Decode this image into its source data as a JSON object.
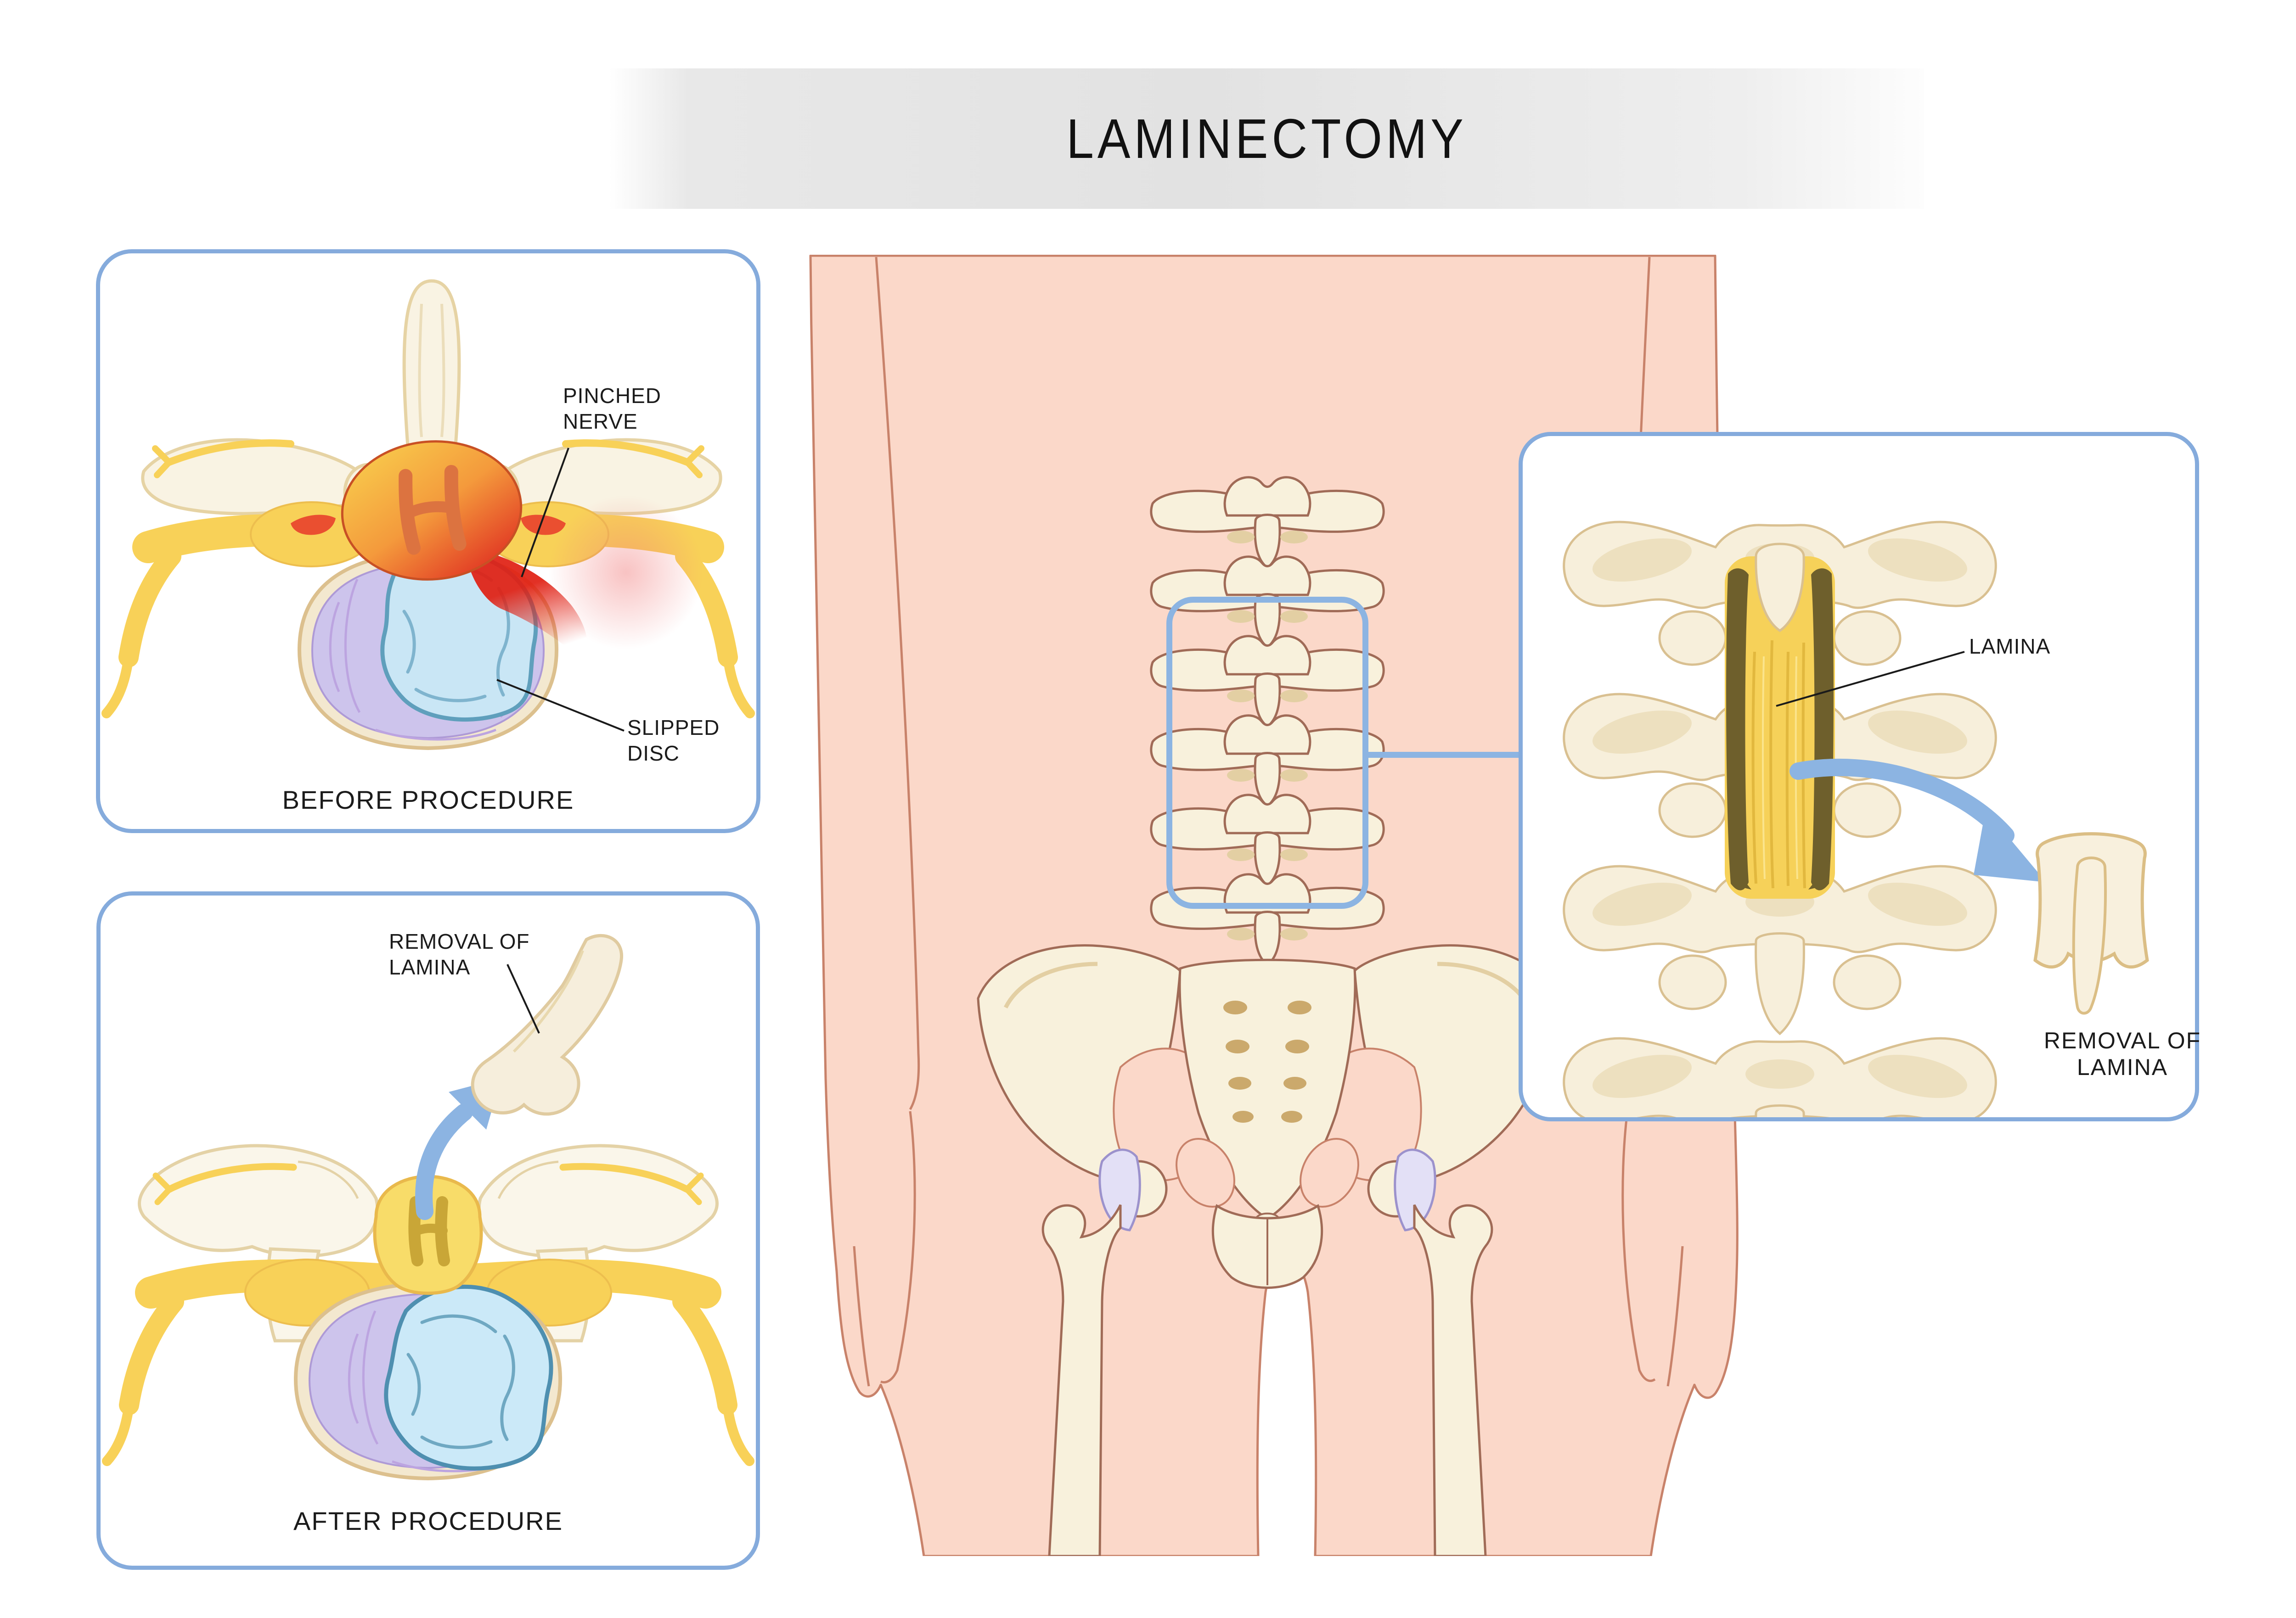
{
  "title": "LAMINECTOMY",
  "panels": {
    "before": {
      "caption": "BEFORE PROCEDURE",
      "labels": {
        "pinched_nerve": "PINCHED\nNERVE",
        "slipped_disc": "SLIPPED\nDISC"
      }
    },
    "after": {
      "caption": "AFTER PROCEDURE",
      "labels": {
        "removal_of_lamina": "REMOVAL OF\nLAMINA"
      }
    },
    "detail": {
      "labels": {
        "lamina": "LAMINA"
      },
      "caption": "REMOVAL OF\nLAMINA"
    }
  },
  "colors": {
    "panel_border_blue": "#85ABDC",
    "callout_blue": "#8CB4E2",
    "skin": "#FBD8C9",
    "skin_outline": "#C8826A",
    "bone_cream": "#F8F1DC",
    "nerve_yellow": "#F8D158",
    "spinal_cord_orange": "#DC7340",
    "disc_lavender": "#CDC4EC",
    "nucleus_blue": "#C9E6F5",
    "inflammation_red": "#E0291A",
    "banner_gray": "#E3E3E3",
    "ink": "#1B1B1B"
  },
  "icons": {
    "after_panel_arrow": "curved-arrow-icon",
    "detail_panel_arrow": "curved-arrow-icon",
    "pointer_lines": "pointer-line"
  }
}
